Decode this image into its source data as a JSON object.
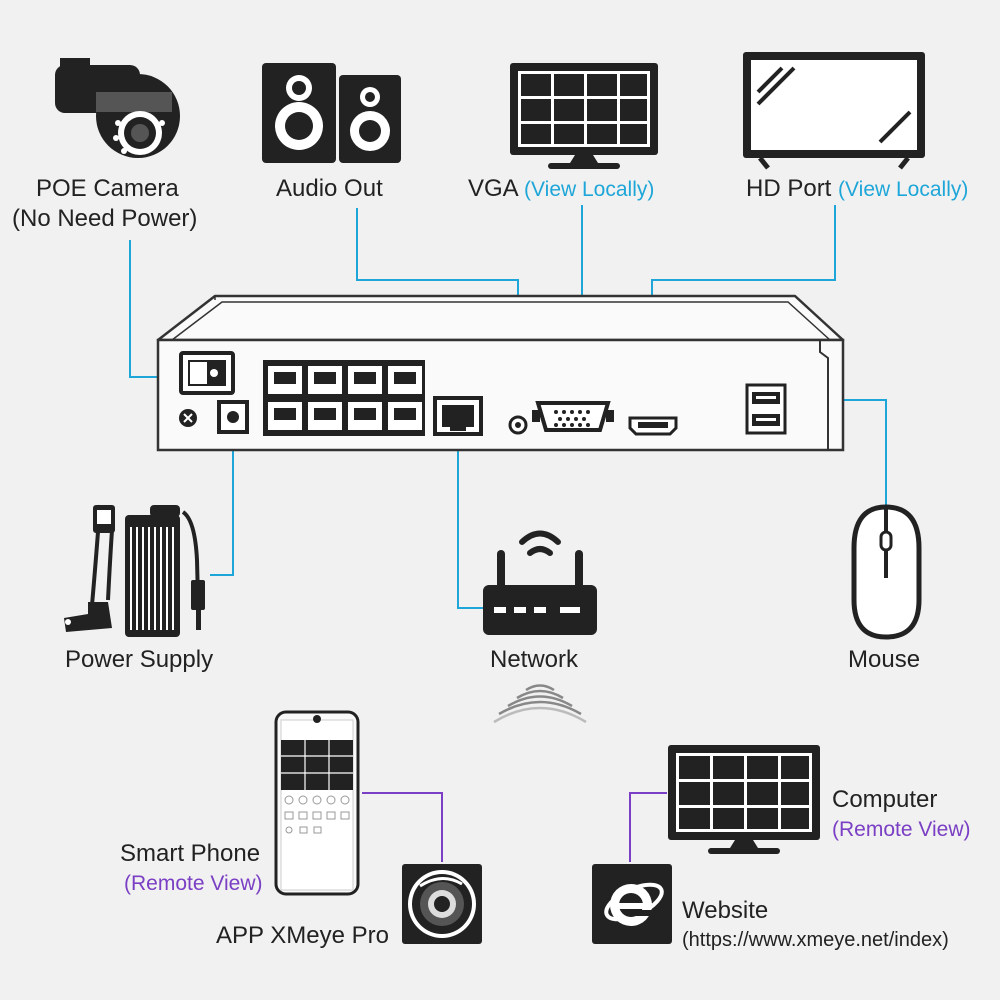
{
  "labels": {
    "poe_camera": "POE Camera",
    "poe_camera_sub": "(No Need Power)",
    "audio_out": "Audio Out",
    "vga": "VGA",
    "vga_sub": "(View Locally)",
    "hd_port": "HD Port",
    "hd_port_sub": "(View Locally)",
    "power_supply": "Power Supply",
    "network": "Network",
    "mouse": "Mouse",
    "smart_phone": "Smart Phone",
    "smart_phone_sub": "(Remote View)",
    "app": "APP  XMeye Pro",
    "computer": "Computer",
    "computer_sub": "(Remote View)",
    "website": "Website",
    "website_url": "(https://www.xmeye.net/index)"
  },
  "colors": {
    "background": "#f1f1f1",
    "dark": "#222222",
    "local_line": "#1ea6d8",
    "remote_line": "#7a3fc4"
  },
  "icons": [
    "ptz-camera-icon",
    "speaker-icon",
    "monitor-icon",
    "tv-icon",
    "nvr-device-icon",
    "power-adapter-icon",
    "router-icon",
    "mouse-icon",
    "smartphone-icon",
    "camera-lens-app-icon",
    "computer-monitor-icon",
    "browser-e-icon",
    "wireless-signal-icon"
  ]
}
